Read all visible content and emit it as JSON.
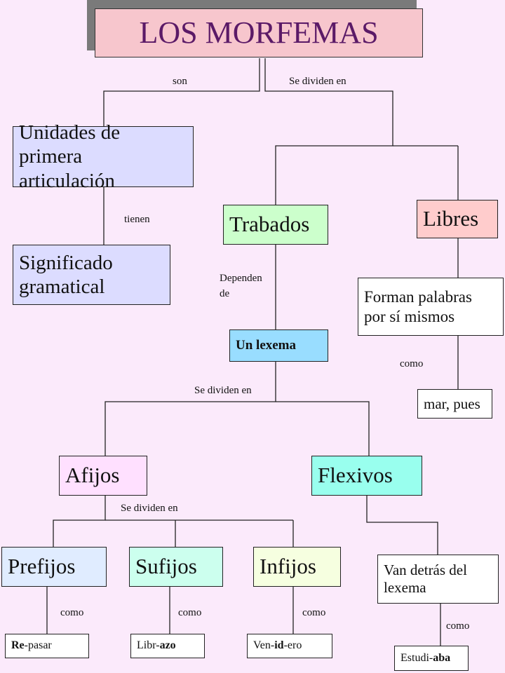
{
  "title": "LOS MORFEMAS",
  "colors": {
    "background": "#fbeafb",
    "title_fill": "#f7c6cd",
    "title_text": "#5b1a67",
    "lavender": "#dcdcff",
    "green": "#ccffcc",
    "pink": "#ffcccc",
    "blue": "#99ddff",
    "light_pink": "#ffe0ff",
    "aqua": "#99ffee",
    "light_blue": "#e0ecff",
    "pale_yellow": "#f6ffe0",
    "white": "#ffffff"
  },
  "nodes": {
    "unidades": [
      "Unidades de primera",
      "articulación"
    ],
    "significado": [
      "Significado",
      "gramatical"
    ],
    "trabados": "Trabados",
    "libres": "Libres",
    "forman": [
      "Forman palabras",
      "por sí mismos"
    ],
    "lexema": "Un lexema",
    "mar": "mar, pues",
    "afijos": "Afijos",
    "flexivos": "Flexivos",
    "prefijos": "Prefijos",
    "sufijos": "Sufijos",
    "infijos": "Infijos",
    "van": [
      "Van detrás del",
      "lexema"
    ]
  },
  "examples": {
    "prefijo": {
      "bold": "Re",
      "rest": "-pasar"
    },
    "sufijo": {
      "plain": "Libr-",
      "bold": "azo"
    },
    "infijo": {
      "plain": "Ven-",
      "bold": "id",
      "rest": "-ero"
    },
    "flexivo": {
      "plain": "Estudi-",
      "bold": "aba"
    }
  },
  "labels": {
    "son": "son",
    "se_dividen_1": "Se dividen en",
    "tienen": "tienen",
    "dependen": [
      "Dependen",
      "de"
    ],
    "como_libres": "como",
    "se_dividen_2": "Se dividen en",
    "se_dividen_3": "Se dividen en",
    "como_prefijos": "como",
    "como_sufijos": "como",
    "como_infijos": "como",
    "como_flexivos": "como"
  }
}
